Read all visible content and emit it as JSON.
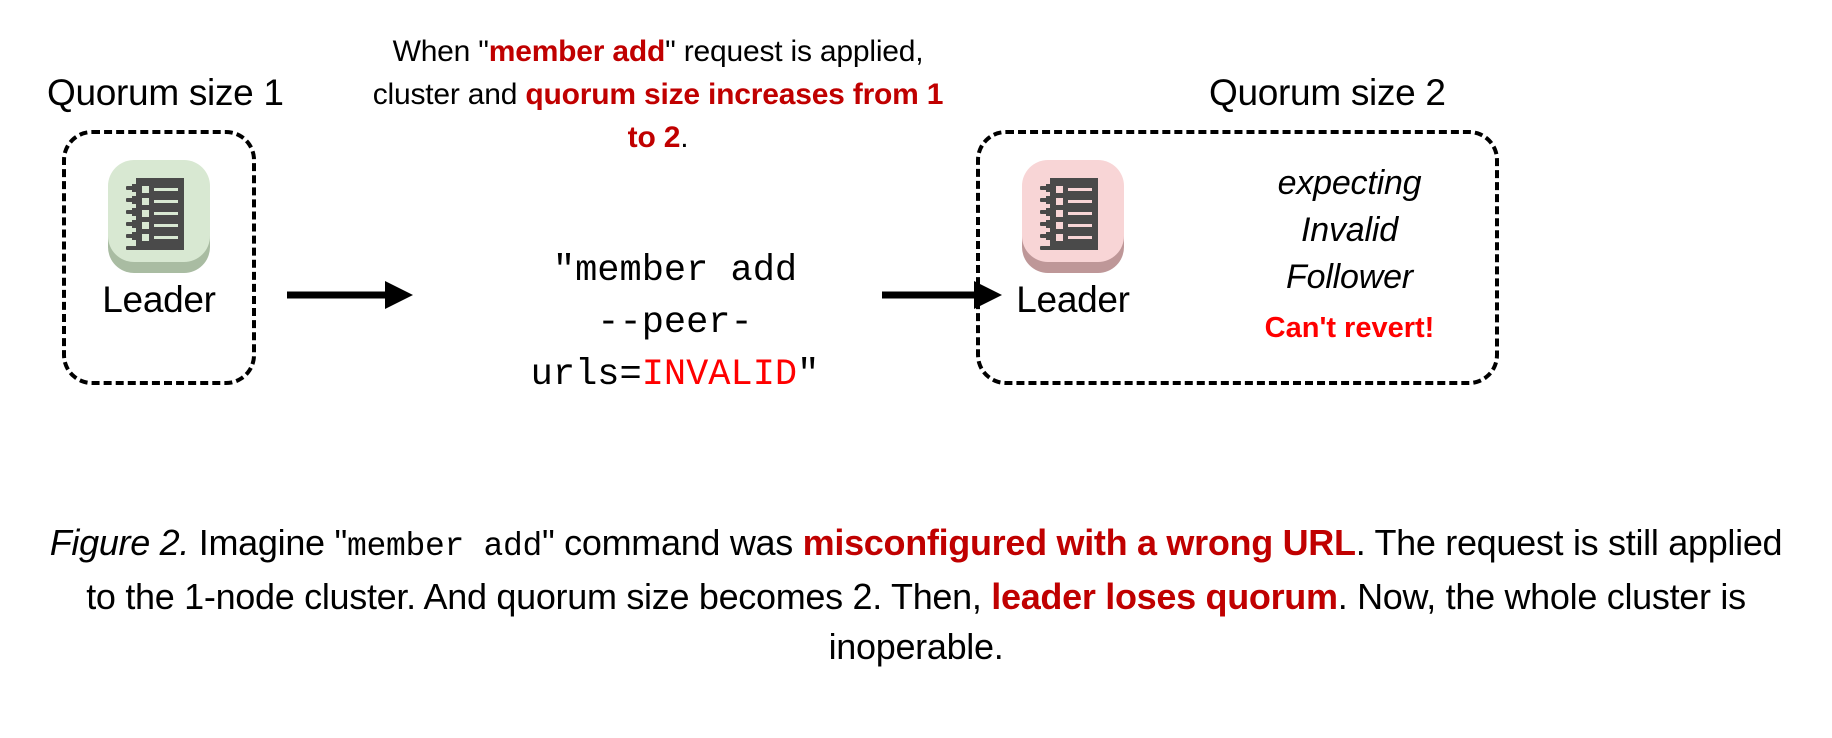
{
  "figure": {
    "top_annotation": {
      "segment_1": "When \"",
      "segment_2_bold_red": "member add",
      "segment_3": "\" request is applied, cluster and ",
      "segment_4_bold_red": "quorum size increases from 1 to 2",
      "segment_5": "."
    },
    "left_cluster": {
      "title": "Quorum size 1",
      "node_label": "Leader",
      "icon_name": "server-icon",
      "icon_tile_color": "#D8E8D2",
      "icon_shadow_color": "#A9BCA2",
      "icon_body_color": "#4A4A4A",
      "icon_detail_color": "#D8E8D2"
    },
    "right_cluster": {
      "title": "Quorum size 2",
      "node_label": "Leader",
      "icon_name": "server-icon",
      "icon_tile_color": "#F8D5D6",
      "icon_shadow_color": "#BE9798",
      "icon_body_color": "#4A4A4A",
      "icon_detail_color": "#F8D5D6",
      "status_lines": [
        "expecting",
        "Invalid",
        "Follower"
      ],
      "warning": "Can't revert!"
    },
    "command": {
      "line_1": "\"member add",
      "line_2_prefix": "--peer-urls=",
      "line_2_invalid": "INVALID",
      "line_2_suffix": "\""
    },
    "caption": {
      "figure_label": "Figure 2.",
      "text_1": " Imagine \"",
      "command_mono": "member add",
      "text_2": "\" command was ",
      "bold_red_1": "misconfigured with a wrong URL",
      "text_3": ". The request is still applied to the 1-node cluster. And quorum size becomes 2. Then, ",
      "bold_red_2": "leader loses quorum",
      "text_4": ". Now, the whole cluster is inoperable."
    },
    "colors": {
      "red_dark": "#C00000",
      "red_bright": "#FF0000",
      "black": "#000000",
      "background": "#FFFFFF"
    }
  }
}
